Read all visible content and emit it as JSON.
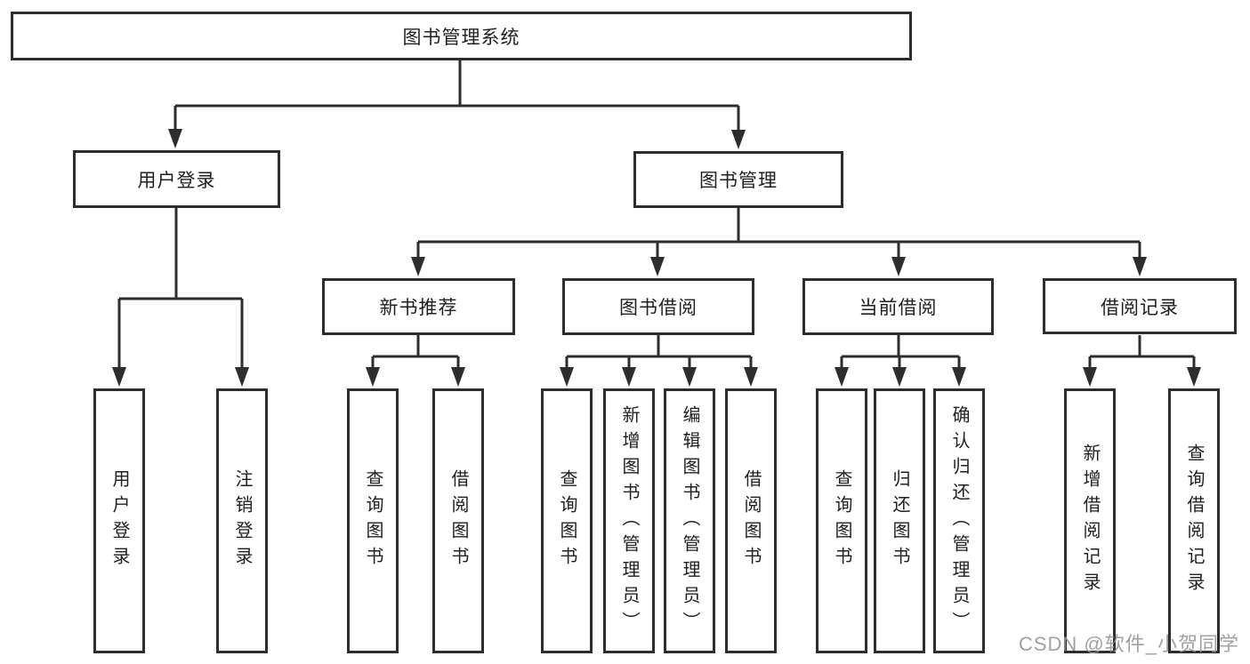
{
  "tree": {
    "root": {
      "label": "图书管理系统"
    },
    "branches": [
      {
        "label": "用户登录",
        "children": [
          {
            "label": "用户登录"
          },
          {
            "label": "注销登录"
          }
        ]
      },
      {
        "label": "图书管理",
        "children": [
          {
            "label": "新书推荐",
            "children": [
              {
                "label": "查询图书"
              },
              {
                "label": "借阅图书"
              }
            ]
          },
          {
            "label": "图书借阅",
            "children": [
              {
                "label": "查询图书"
              },
              {
                "label": "新增图书（管理员）"
              },
              {
                "label": "编辑图书（管理员）"
              },
              {
                "label": "借阅图书"
              }
            ]
          },
          {
            "label": "当前借阅",
            "children": [
              {
                "label": "查询图书"
              },
              {
                "label": "归还图书"
              },
              {
                "label": "确认归还（管理员）"
              }
            ]
          },
          {
            "label": "借阅记录",
            "children": [
              {
                "label": "新增借阅记录"
              },
              {
                "label": "查询借阅记录"
              }
            ]
          }
        ]
      }
    ]
  },
  "watermark": {
    "text": "CSDN @软件_小贺同学"
  },
  "colors": {
    "line": "#2d2d2d",
    "box_background": "#ffffff",
    "text": "#1f1f1f",
    "watermark": "#949494"
  }
}
